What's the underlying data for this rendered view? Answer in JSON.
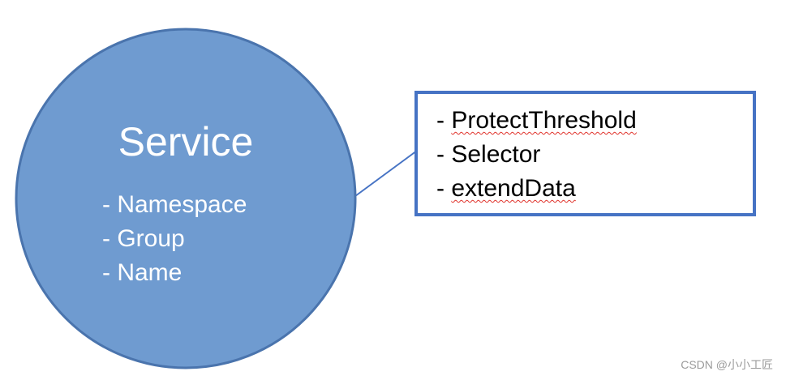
{
  "diagram": {
    "service_node": {
      "title": "Service",
      "items": [
        "Namespace",
        "Group",
        "Name"
      ],
      "fill_color": "#6f9bd0",
      "stroke_color": "#4a74ad"
    },
    "detail_box": {
      "items": [
        "ProtectThreshold",
        "Selector",
        "extendData"
      ],
      "border_color": "#4673c4"
    },
    "connector_color": "#4673c4",
    "bullet": "- "
  },
  "watermark": "CSDN @小小工匠"
}
